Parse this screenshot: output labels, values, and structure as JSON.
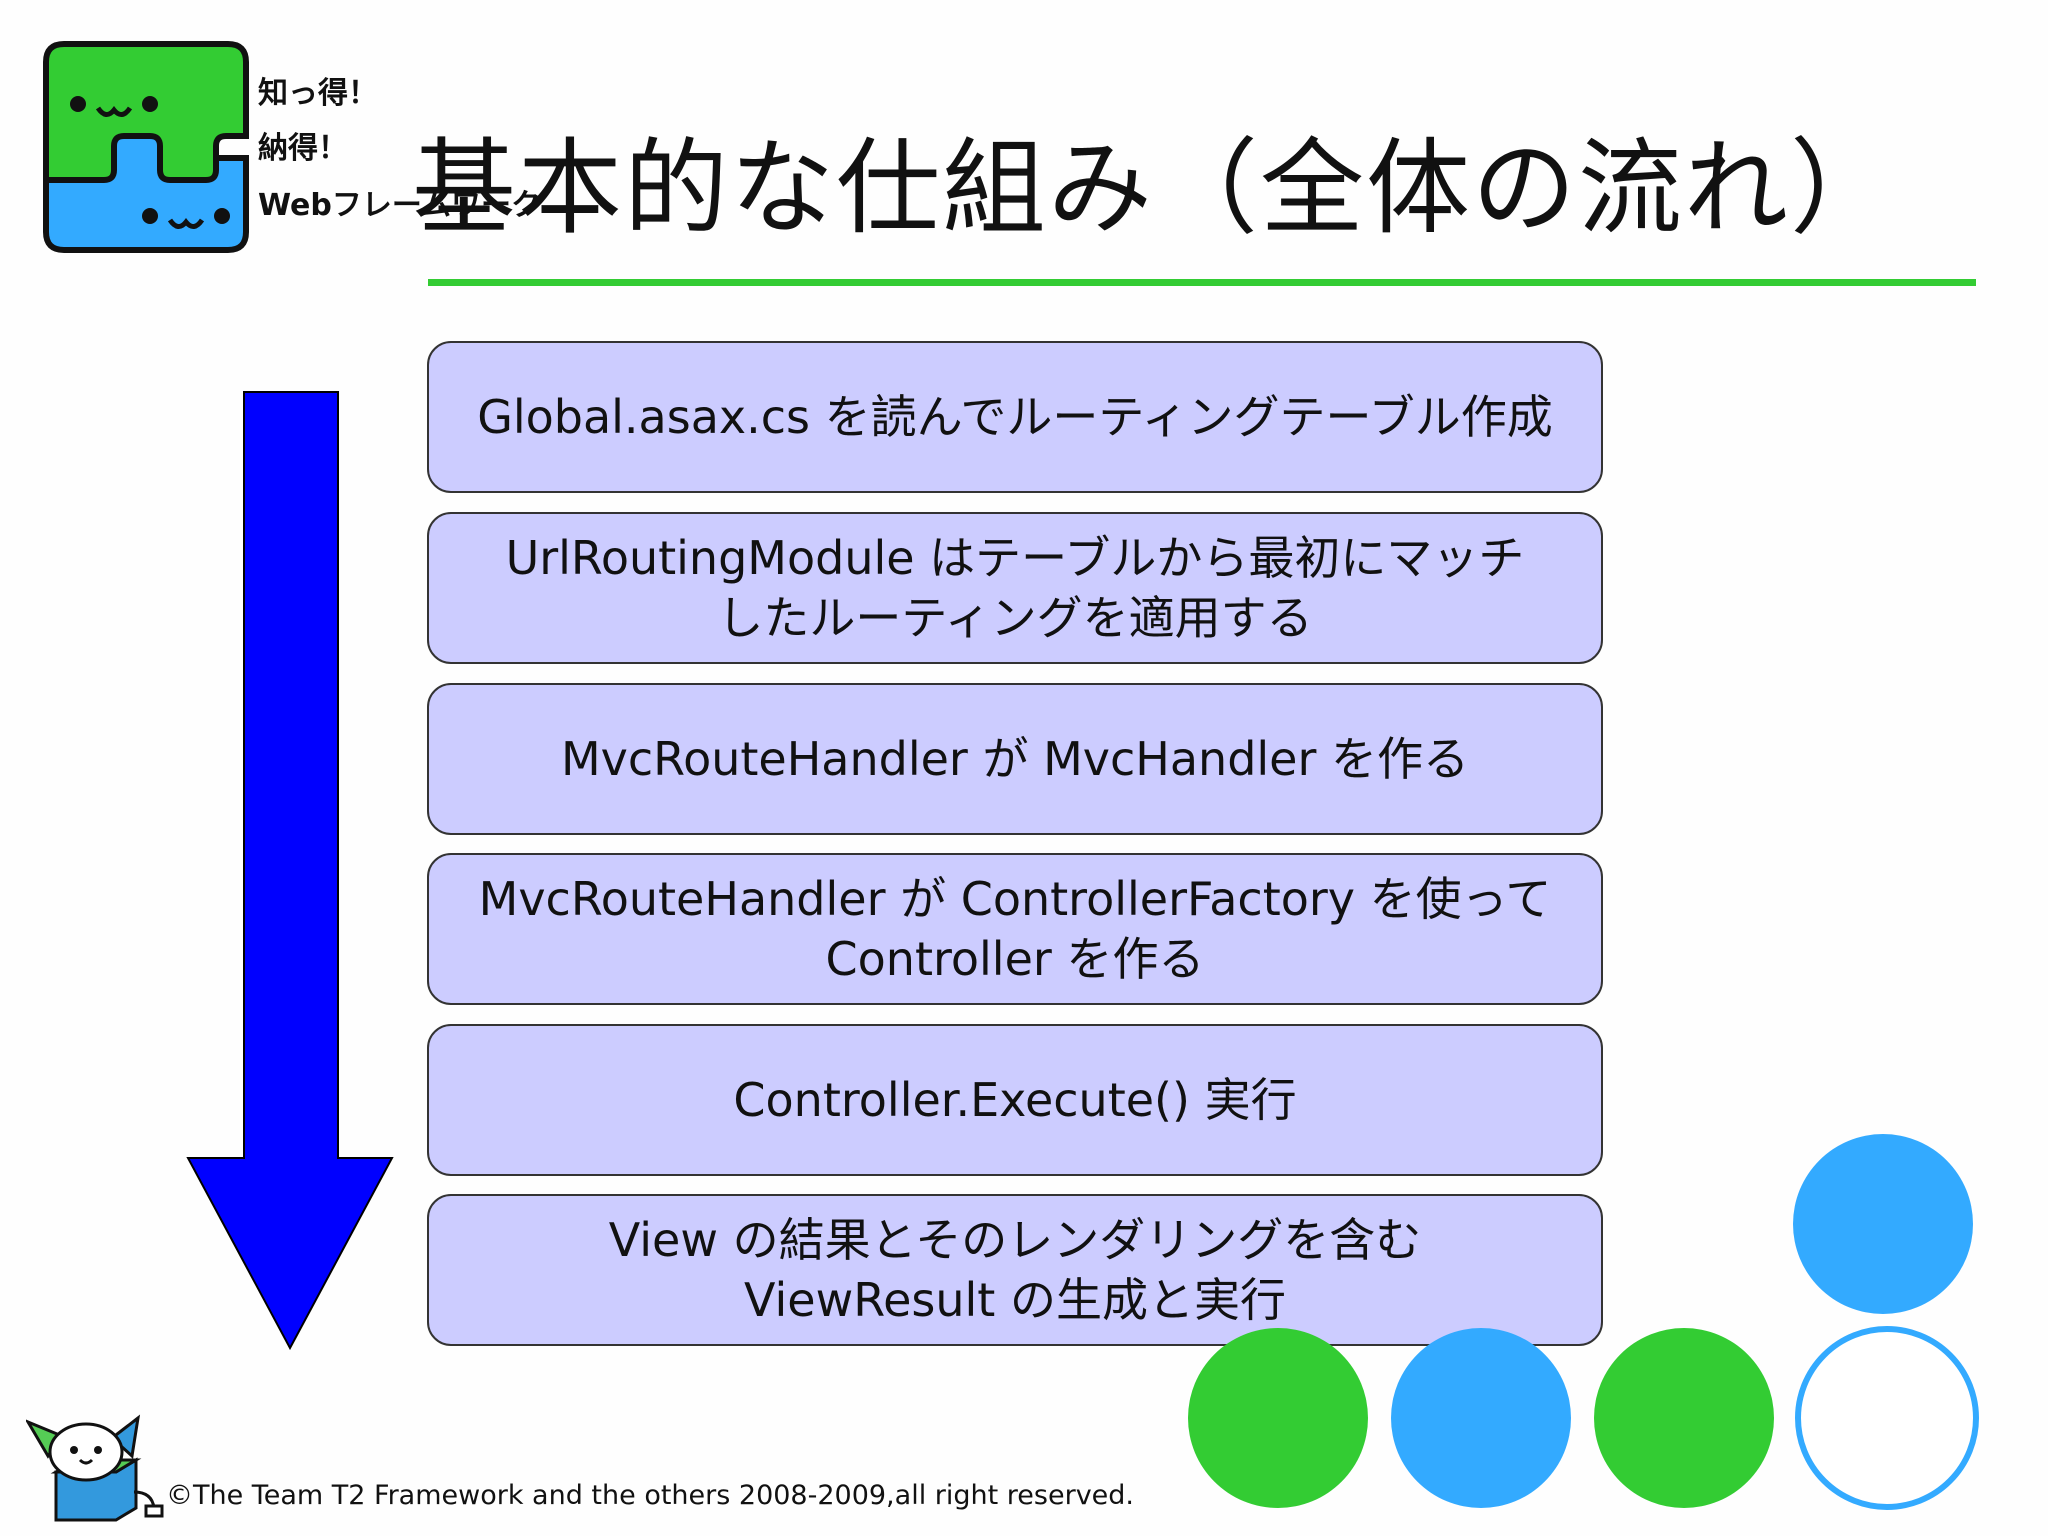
{
  "logo": {
    "lines": [
      "知っ得！",
      "納得！",
      "Webフレームワーク"
    ],
    "face_top": "•‿•",
    "face_bottom": "•‿•"
  },
  "title": "基本的な仕組み（全体の流れ）",
  "flow_steps": [
    {
      "lines": [
        "Global.asax.cs を読んでルーティングテーブル作成"
      ]
    },
    {
      "lines": [
        "UrlRoutingModule はテーブルから最初にマッチ",
        "したルーティングを適用する"
      ]
    },
    {
      "lines": [
        "MvcRouteHandler が MvcHandler を作る"
      ]
    },
    {
      "lines": [
        "MvcRouteHandler が ControllerFactory を使って",
        "Controller を作る"
      ]
    },
    {
      "lines": [
        "Controller.Execute() 実行"
      ]
    },
    {
      "lines": [
        "View の結果とそのレンダリングを含む",
        "ViewResult の生成と実行"
      ]
    }
  ],
  "footer": "©The Team T2 Framework and the others 2008-2009,all right reserved.",
  "colors": {
    "accent_green": "#33cc33",
    "accent_blue": "#33aaff",
    "arrow_blue": "#0000ff",
    "box_fill": "#ccccff"
  },
  "icons": {
    "logo": "t2-logo-icon",
    "arrow": "down-arrow-icon",
    "mascot": "mascot-icon"
  }
}
